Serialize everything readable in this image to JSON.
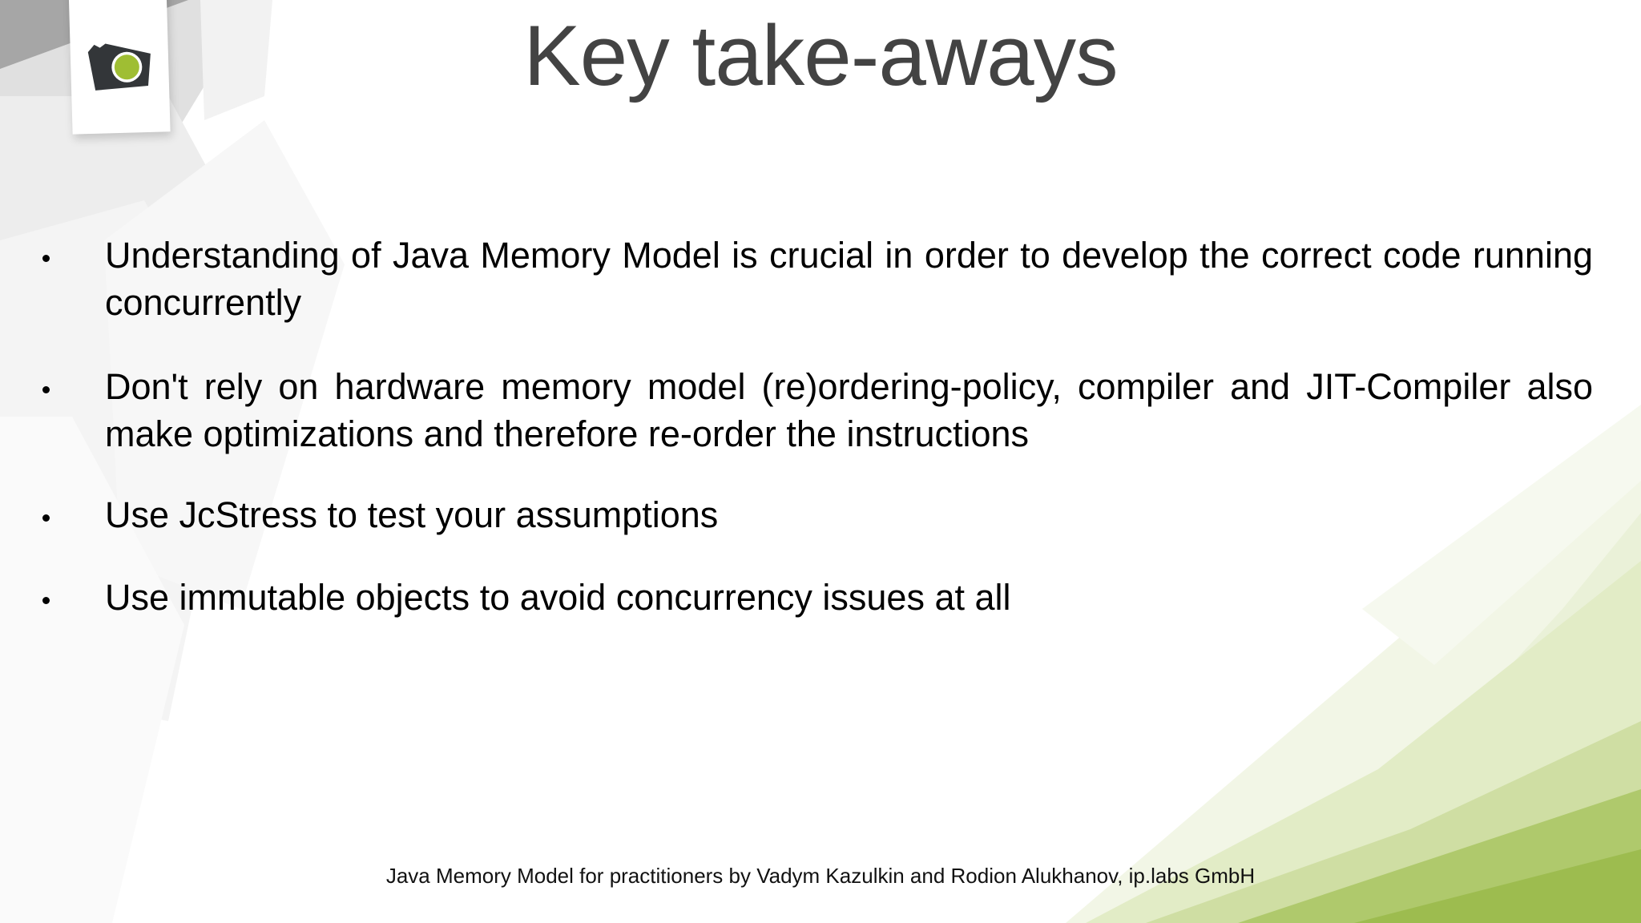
{
  "slide": {
    "title": "Key take-aways",
    "bullets": [
      {
        "text": "Understanding of Java Memory Model is crucial in order to develop the correct code running concurrently",
        "justify": true
      },
      {
        "text": "Don't rely on hardware memory model (re)ordering-policy, compiler and JIT-Compiler also make optimizations and therefore re-order the instructions",
        "justify": true
      },
      {
        "text": "Use JcStress to test your assumptions",
        "justify": false
      },
      {
        "text": "Use immutable objects to avoid concurrency issues at all",
        "justify": false
      }
    ],
    "footer": "Java Memory Model for practitioners by Vadym Kazulkin and Rodion Alukhanov, ip.labs GmbH"
  },
  "logo": {
    "name": "ip-labs-logo",
    "body_color": "#333639",
    "accent_color": "#9FBE33",
    "ring_color": "#FFFFFF"
  },
  "theme": {
    "title_color": "#434343",
    "body_text_color": "#000000",
    "footer_color": "#111111",
    "background": "#FFFFFF",
    "corner_green_dark": "#9BBB48",
    "corner_green_mid": "#C3D68E",
    "corner_green_light": "#E3ECC9",
    "corner_gray_dark": "#A6A6A6",
    "corner_gray_light": "#E8E8E8"
  }
}
